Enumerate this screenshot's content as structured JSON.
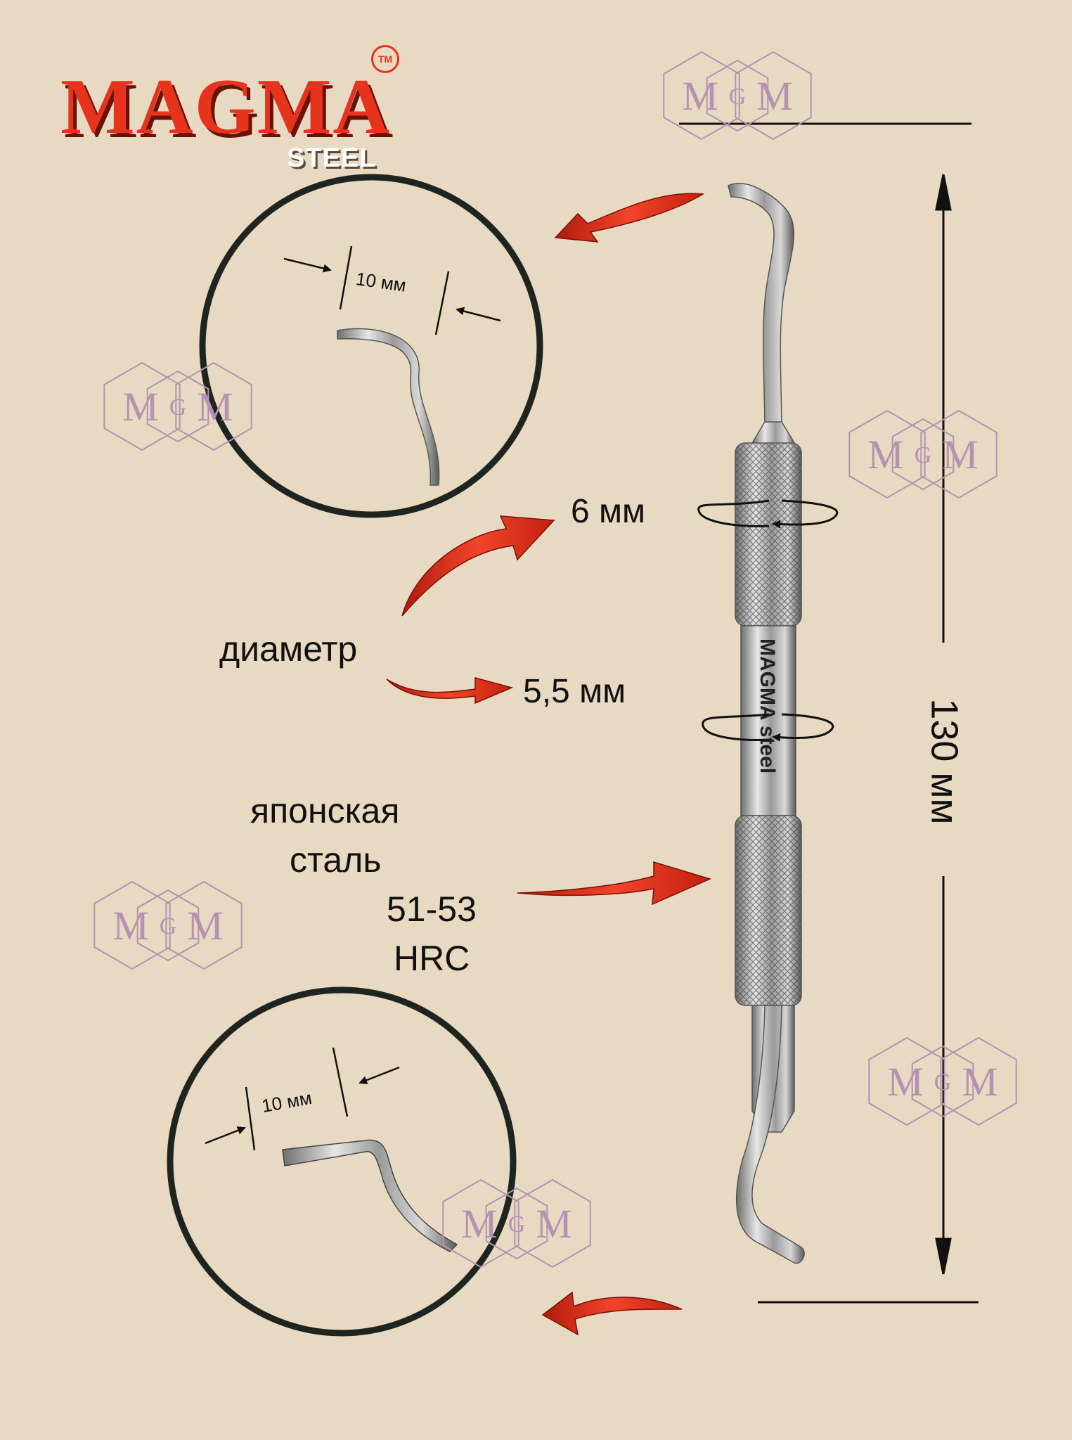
{
  "brand": {
    "name": "MAGMA",
    "sub": "STEEL",
    "trademark": "TM",
    "color": "#e5341b"
  },
  "watermark": {
    "left": "M",
    "mid": "G",
    "right": "M"
  },
  "callout_top": {
    "dimension": "10 мм"
  },
  "callout_bottom": {
    "dimension": "10 мм"
  },
  "diameter": {
    "label": "диаметр",
    "handle": "6 мм",
    "middle": "5,5 мм"
  },
  "material": {
    "line1": "японская",
    "line2": "сталь",
    "line3": "51-53",
    "line4": "HRC"
  },
  "length": {
    "value": "130 мм"
  },
  "engraving": "MAGMA steel",
  "colors": {
    "background": "#e8d9c2",
    "arrow": "#e5341b",
    "watermark": "#b393b0"
  }
}
